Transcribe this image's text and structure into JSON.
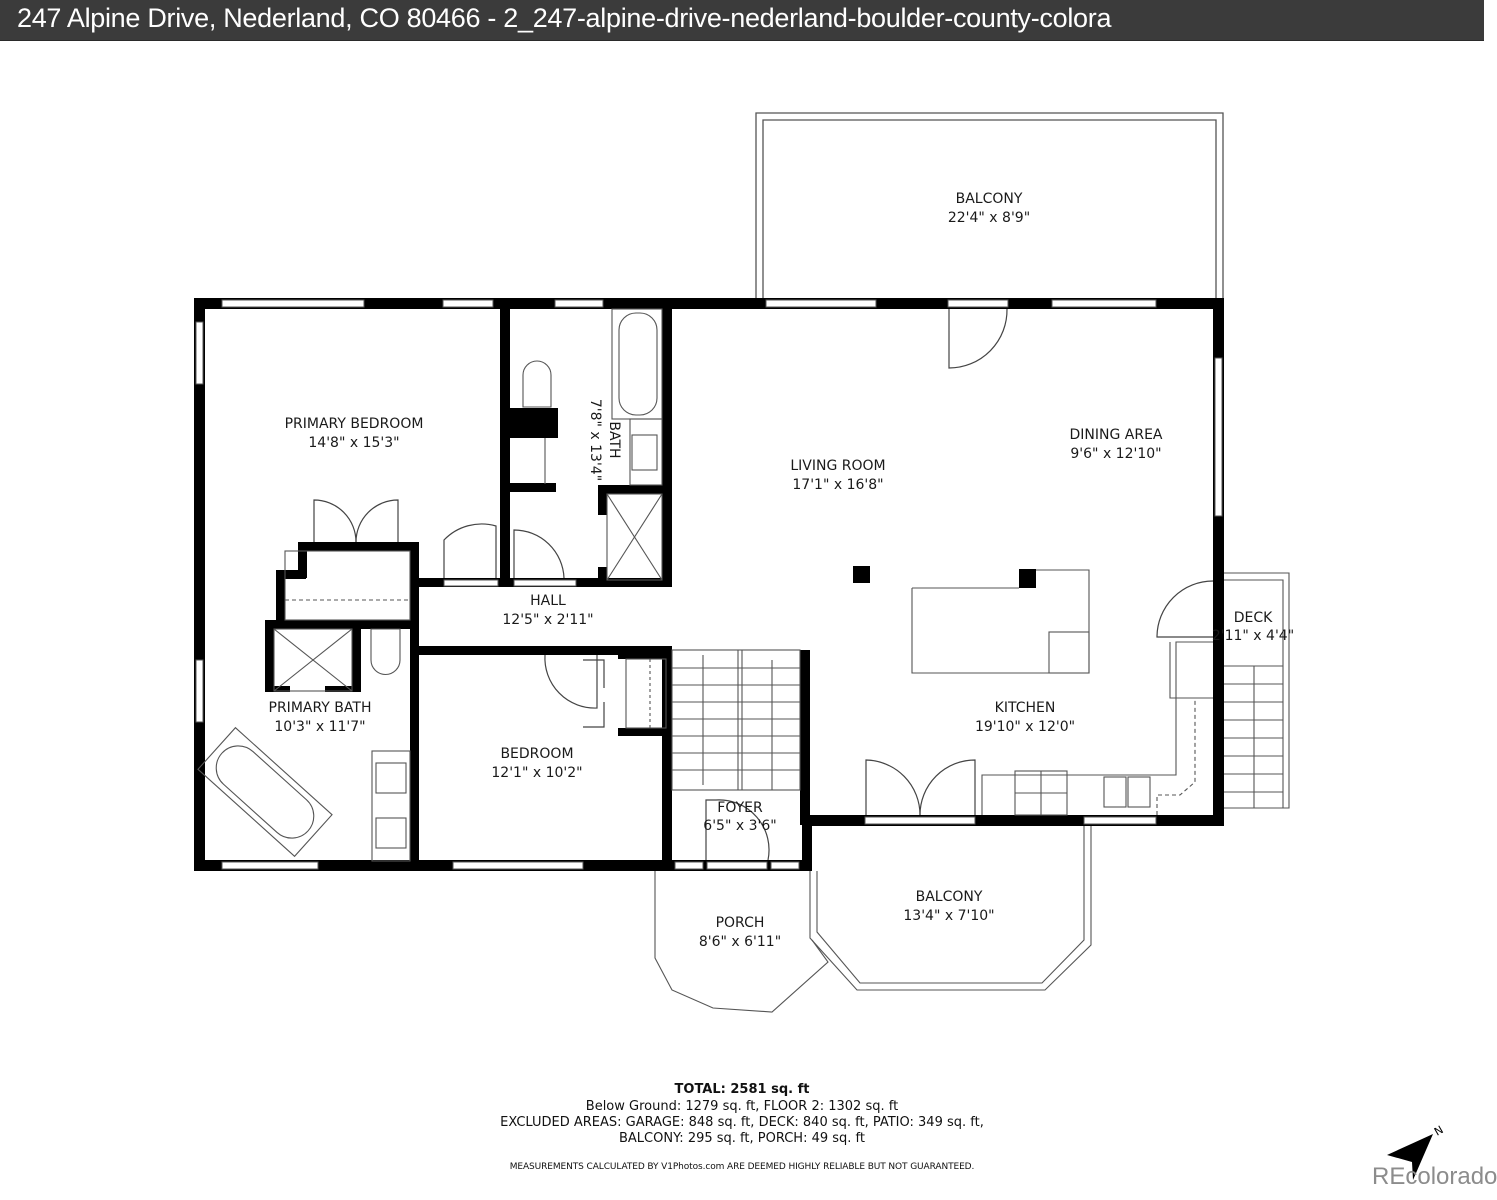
{
  "window": {
    "title": "247 Alpine Drive, Nederland, CO 80466 - 2_247-alpine-drive-nederland-boulder-county-colora"
  },
  "floorplan": {
    "rooms": [
      {
        "name": "BALCONY",
        "size": "22'4\" x 8'9\""
      },
      {
        "name": "PRIMARY BEDROOM",
        "size": "14'8\" x 15'3\""
      },
      {
        "name": "BATH",
        "size": "7'8\" x 13'4\""
      },
      {
        "name": "LIVING ROOM",
        "size": "17'1\" x 16'8\""
      },
      {
        "name": "DINING AREA",
        "size": "9'6\" x 12'10\""
      },
      {
        "name": "HALL",
        "size": "12'5\" x 2'11\""
      },
      {
        "name": "DECK",
        "size": "2'11\" x 4'4\""
      },
      {
        "name": "PRIMARY BATH",
        "size": "10'3\" x 11'7\""
      },
      {
        "name": "KITCHEN",
        "size": "19'10\" x 12'0\""
      },
      {
        "name": "BEDROOM",
        "size": "12'1\" x 10'2\""
      },
      {
        "name": "FOYER",
        "size": "6'5\" x 3'6\""
      },
      {
        "name": "BALCONY",
        "size": "13'4\" x 7'10\""
      },
      {
        "name": "PORCH",
        "size": "8'6\" x 6'11\""
      }
    ],
    "colors": {
      "wall": "#000000",
      "line": "#555555",
      "text": "#1a1a1a"
    }
  },
  "summary": {
    "total": "TOTAL: 2581 sq. ft",
    "line1": "Below Ground: 1279 sq. ft, FLOOR 2: 1302 sq. ft",
    "line2": "EXCLUDED AREAS: GARAGE: 848 sq. ft, DECK: 840 sq. ft, PATIO: 349 sq. ft,",
    "line3": "BALCONY: 295 sq. ft, PORCH: 49 sq. ft",
    "disclaimer": "MEASUREMENTS CALCULATED BY V1Photos.com ARE DEEMED HIGHLY RELIABLE BUT NOT GUARANTEED."
  },
  "compass": {
    "icon": "north-arrow-icon",
    "label": "N"
  },
  "watermark": "REcolorado"
}
